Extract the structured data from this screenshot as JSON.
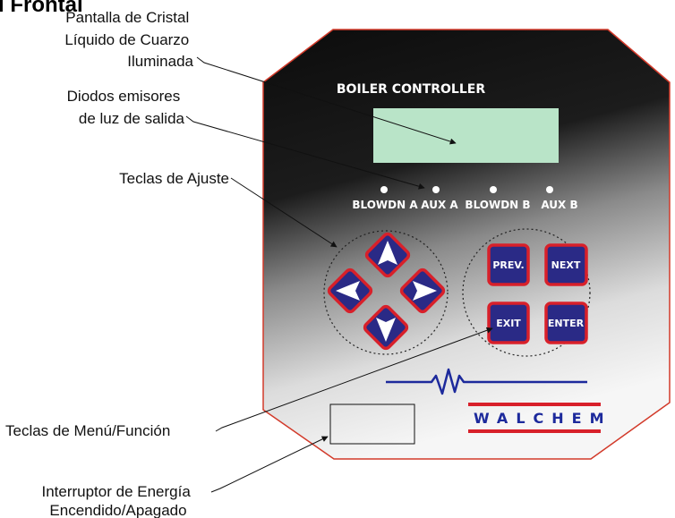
{
  "heading": "l Frontal",
  "callouts": {
    "lcd": [
      "Pantalla de Cristal",
      "Líquido de Cuarzo",
      "Iluminada"
    ],
    "leds": [
      "Diodos emisores",
      "de luz de salida"
    ],
    "adjust_keys": "Teclas de Ajuste",
    "menu_keys": "Teclas de Menú/Función",
    "power_switch": [
      "Interruptor de Energía",
      "Encendido/Apagado"
    ]
  },
  "panel": {
    "title": "BOILER CONTROLLER",
    "leds": [
      "BLOWDN A",
      "AUX A",
      "BLOWDN B",
      "AUX B"
    ],
    "function_keys": [
      "PREV.",
      "NEXT",
      "EXIT",
      "ENTER"
    ],
    "arrow_keys": [
      "up-arrow-icon",
      "left-arrow-icon",
      "right-arrow-icon",
      "down-arrow-icon"
    ],
    "brand": "WALCHEM"
  },
  "colors": {
    "key_face": "#2a2a86",
    "key_border": "#d8202a",
    "lcd": "#b9e4c8",
    "brand_blue": "#1d2a9c",
    "brand_red": "#d8202a",
    "outline_red": "#d23a2a"
  }
}
